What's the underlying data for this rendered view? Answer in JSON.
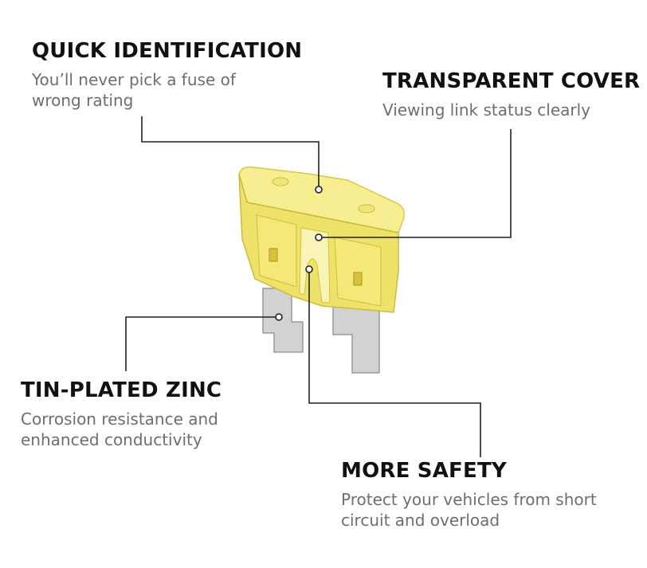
{
  "callouts": {
    "quick_identification": {
      "title": "QUICK IDENTIFICATION",
      "description": "You’ll never pick a fuse of\nwrong rating"
    },
    "transparent_cover": {
      "title": "TRANSPARENT COVER",
      "description": "Viewing link status clearly"
    },
    "tin_plated_zinc": {
      "title": "TIN-PLATED ZINC",
      "description": "Corrosion resistance and\nenhanced conductivity"
    },
    "more_safety": {
      "title": "MORE SAFETY",
      "description": "Protect your vehicles from short\ncircuit and overload"
    }
  },
  "colors": {
    "fuse_body": "#efe26a",
    "fuse_highlight": "#f8f0a0",
    "fuse_shadow": "#c9b938",
    "terminal": "#cfcfcf",
    "leader_line": "#222222"
  }
}
